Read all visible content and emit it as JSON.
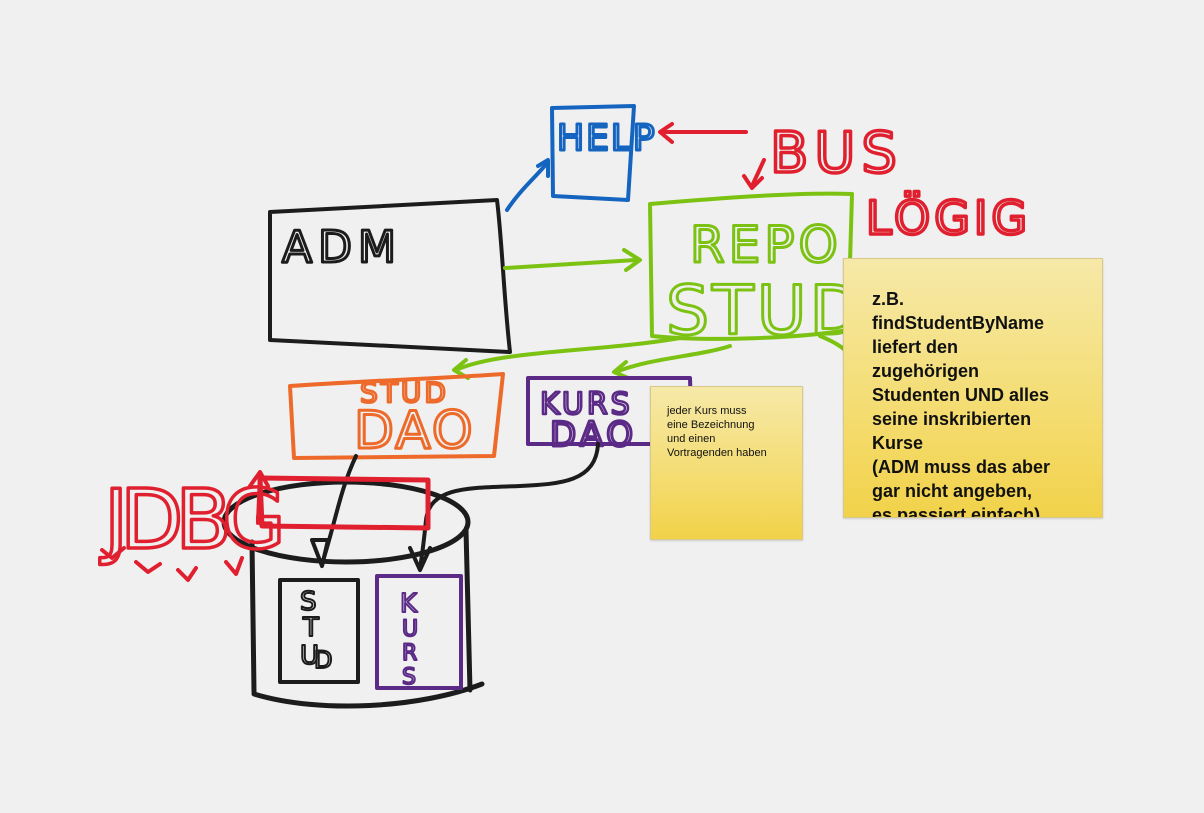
{
  "colors": {
    "background": "#f0f0f0",
    "black": "#1c1c1c",
    "blue": "#1565c0",
    "green": "#7cc212",
    "orange": "#ee6a2a",
    "purple": "#5b2a86",
    "red": "#e0202f",
    "note_yellow": "#f4dc70"
  },
  "sketch": {
    "adm": "ADM",
    "help": "HELP",
    "bus": "BUS",
    "logig": "LÖGIG",
    "repo": "REPO",
    "stud": "STUD",
    "stud_dao_top": "STUD",
    "stud_dao_bottom": "DAO",
    "kurs_dao_top": "KURS",
    "kurs_dao_bottom": "DAO",
    "jdbc": "JDBG",
    "db_stud": [
      "S",
      "T",
      "U",
      "D"
    ],
    "db_kurs": [
      "K",
      "U",
      "R",
      "S"
    ]
  },
  "notes": {
    "large": "z.B.\nfindStudentByName\nliefert den\nzugehörigen\nStudenten UND alles\nseine inskribierten\nKurse\n(ADM muss das aber\ngar nicht angeben,\nes passiert einfach)",
    "small": "jeder Kurs muss\neine Bezeichnung\nund einen\nVortragenden haben"
  }
}
